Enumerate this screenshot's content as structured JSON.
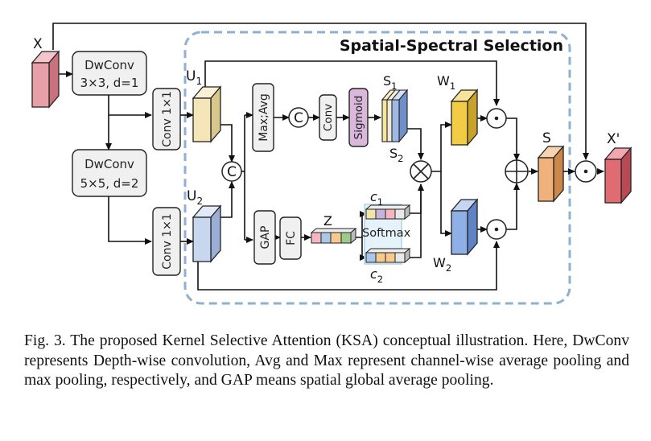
{
  "diagram": {
    "title": "Spatial-Spectral Selection",
    "input_label": "X",
    "output_label": "X'",
    "blocks": {
      "dwconv1": [
        "DwConv",
        "3×3, d=1"
      ],
      "dwconv2": [
        "DwConv",
        "5×5, d=2"
      ],
      "conv1x1_top": "Conv 1×1",
      "conv1x1_bottom": "Conv 1×1",
      "maxavg": "Max;Avg",
      "conv": "Conv",
      "sigmoid": "Sigmoid",
      "gap": "GAP",
      "fc": "FC",
      "softmax": "Softmax"
    },
    "ops": {
      "concat1": "C",
      "concat2": "C",
      "dot": "⊙",
      "mult": "⊗",
      "add": "⊕"
    },
    "tensor_labels": {
      "u1": {
        "main": "U",
        "sub": "1"
      },
      "u2": {
        "main": "U",
        "sub": "2"
      },
      "s1": {
        "main": "S",
        "sub": "1"
      },
      "s2": {
        "main": "S",
        "sub": "2"
      },
      "w1": {
        "main": "W",
        "sub": "1"
      },
      "w2": {
        "main": "W",
        "sub": "2"
      },
      "c1": {
        "main": "c",
        "sub": "1"
      },
      "c2": {
        "main": "c",
        "sub": "2"
      },
      "z": "Z",
      "s": "S"
    },
    "colors": {
      "input": "#e8a0a8",
      "u1": "#f5e6b8",
      "u2": "#c9d6f0",
      "w1": "#f2cc45",
      "w2": "#8fb0e6",
      "s": "#f0b27a",
      "output": "#e06b73",
      "dashed_box": "#8fb0d0",
      "sigmoid": "#d9b8dc"
    }
  },
  "caption": "Fig. 3.  The proposed Kernel Selective Attention (KSA) conceptual illustration. Here, DwConv represents Depth-wise convolution, Avg and Max represent channel-wise average pooling and max pooling, respectively, and GAP means spatial global average pooling."
}
